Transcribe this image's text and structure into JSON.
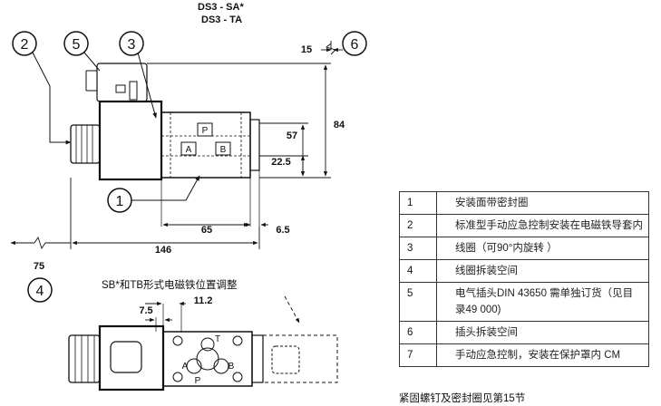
{
  "drawing": {
    "title_line1": "DS3 - SA*",
    "title_line2": "DS3 - TA",
    "callouts": {
      "c1": "1",
      "c2": "2",
      "c3": "3",
      "c4": "4",
      "c5": "5",
      "c6": "6"
    },
    "dimensions": {
      "d15": "15",
      "d84": "84",
      "d57": "57",
      "d22_5": "22.5",
      "d65": "65",
      "d6_5": "6.5",
      "d146": "146",
      "d75": "75",
      "d7_5": "7.5",
      "d11_2": "11.2"
    },
    "port_labels": {
      "p": "P",
      "a": "A",
      "b": "B",
      "t": "T"
    },
    "section_title": "SB*和TB形式电磁铁位置调整"
  },
  "legend": {
    "rows": [
      {
        "num": "1",
        "text": "安装面带密封圈"
      },
      {
        "num": "2",
        "text": "标准型手动应急控制安装在电磁铁导套内"
      },
      {
        "num": "3",
        "text": "线圈（可90°内旋转 ）"
      },
      {
        "num": "4",
        "text": "线圈拆装空间"
      },
      {
        "num": "5",
        "text": "电气插头DIN 43650  需单独订货（见目录49 000)"
      },
      {
        "num": "6",
        "text": "插头拆装空间"
      },
      {
        "num": "7",
        "text": "手动应急控制，安装在保护罩内  CM"
      }
    ],
    "footnote": "紧固螺钉及密封圈见第15节"
  }
}
